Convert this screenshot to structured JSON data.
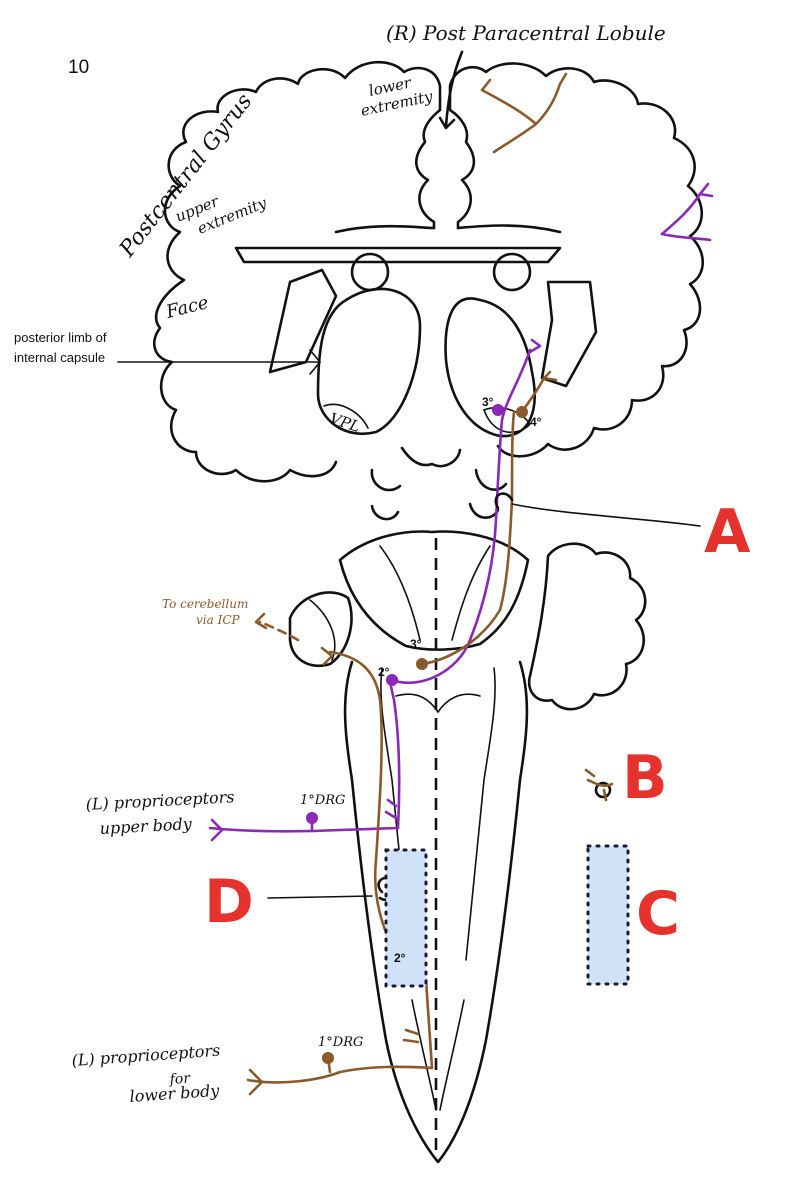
{
  "page_number": "10",
  "labels": {
    "post_paracentral": "(R) Post Paracentral Lobule",
    "postcentral_gyrus": "Postcentral Gyrus",
    "lower_extremity_1": "lower",
    "lower_extremity_2": "extremity",
    "upper_extremity_1": "upper",
    "upper_extremity_2": "extremity",
    "face": "Face",
    "internal_capsule_1": "posterior limb of",
    "internal_capsule_2": "internal capsule",
    "vpl": "VPL",
    "cerebellum_1": "To cerebellum",
    "cerebellum_2": "via ICP",
    "prop_upper_1": "(L) proprioceptors",
    "prop_upper_2": "upper body",
    "prop_lower_1": "(L) proprioceptors",
    "prop_lower_2": "for",
    "prop_lower_3": "lower body",
    "drg_upper": "1°DRG",
    "drg_lower": "1°DRG",
    "neuron_3_purple": "3°",
    "neuron_4_brown": "4°",
    "neuron_3_brown": "3°",
    "neuron_2_purple": "2°",
    "neuron_2_brown": "2°"
  },
  "answer_letters": {
    "a": "A",
    "b": "B",
    "c": "C",
    "d": "D"
  },
  "colors": {
    "ink": "#111111",
    "upper_body_pathway": "#8a28b8",
    "lower_body_pathway": "#8b5a2b",
    "answer_letters": "#e5322d",
    "box_fill": "#cfe2f7",
    "box_dots": "#1a1a2e"
  }
}
